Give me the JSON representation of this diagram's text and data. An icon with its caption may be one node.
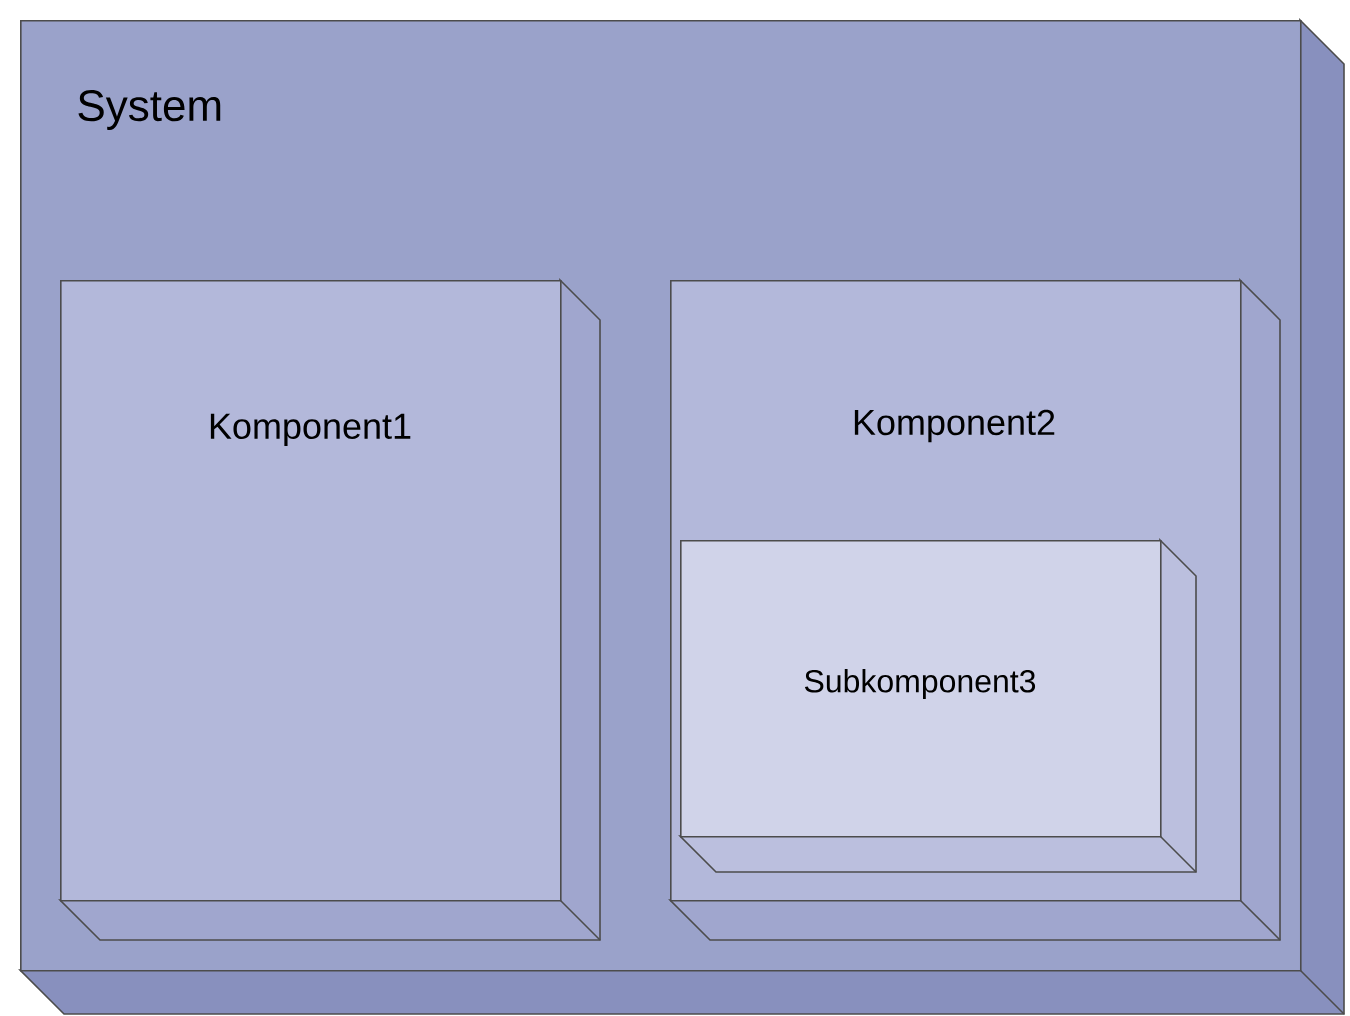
{
  "diagram": {
    "nodes": [
      {
        "text": [
          "System"
        ]
      },
      {
        "text": [
          "Komponent1"
        ],
        "in": 0
      },
      {
        "text": [
          "Komponent2"
        ],
        "in": 0
      },
      {
        "text": [
          "Subkomponent3"
        ],
        "in": 2
      }
    ]
  }
}
